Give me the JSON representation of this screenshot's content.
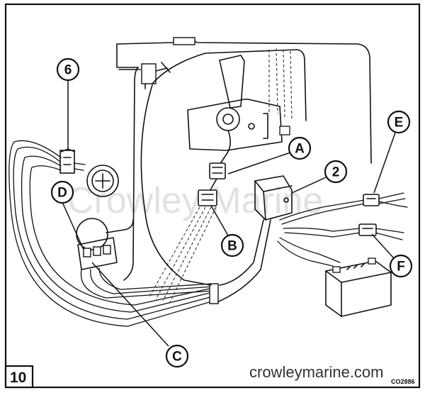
{
  "figure": {
    "number": "10",
    "code": "CO2886",
    "website": "crowleymarine.com",
    "watermark": "Crowley Marine"
  },
  "callouts": [
    {
      "label": "6"
    },
    {
      "label": "D"
    },
    {
      "label": "A"
    },
    {
      "label": "2"
    },
    {
      "label": "E"
    },
    {
      "label": "B"
    },
    {
      "label": "F"
    },
    {
      "label": "C"
    }
  ]
}
